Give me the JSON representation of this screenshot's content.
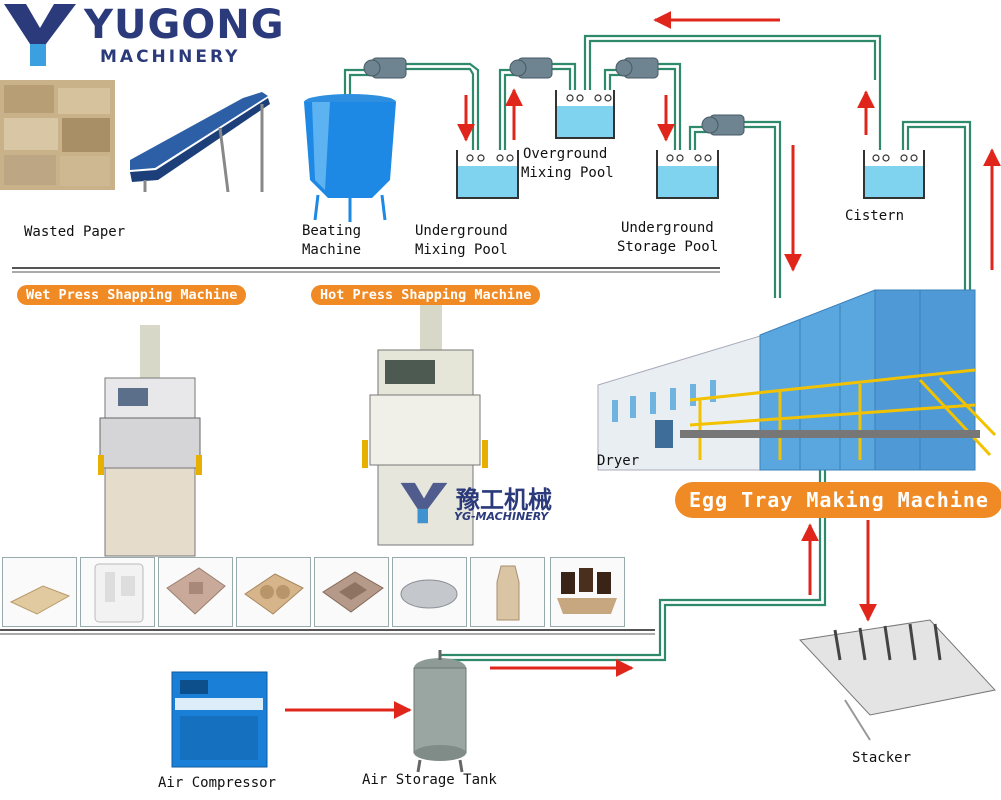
{
  "logo": {
    "name": "YUGONG",
    "sub": "MACHINERY",
    "color": "#2a3a7a"
  },
  "watermark": {
    "cn": "豫工机械",
    "en": "YG-MACHINERY"
  },
  "labels": {
    "wasted_paper": "Wasted Paper",
    "beating_line1": "Beating",
    "beating_line2": "Machine",
    "ugmix_line1": "Underground",
    "ugmix_line2": "Mixing Pool",
    "ogmix_line1": "Overground",
    "ogmix_line2": "Mixing Pool",
    "ugstore_line1": "Underground",
    "ugstore_line2": "Storage Pool",
    "cistern": "Cistern",
    "dryer": "Dryer",
    "stacker": "Stacker",
    "air_compressor": "Air Compressor",
    "air_storage_tank": "Air Storage Tank"
  },
  "tags": {
    "wet_press": "Wet Press Shapping Machine",
    "hot_press": "Hot Press Shapping Machine",
    "egg_tray": "Egg Tray Making Machine"
  },
  "colors": {
    "accent_orange": "#f08a24",
    "arrow_red": "#e0261b",
    "pipe_green": "#2e8a6a",
    "pool_blue": "#7fd3ee",
    "machine_blue": "#5aa7e0"
  },
  "products": [
    "flat-tray-icon",
    "insert-tray-icon",
    "packaging-insert-icon",
    "two-cup-tray-icon",
    "box-insert-icon",
    "rounded-tray-icon",
    "bottle-mold-icon",
    "cup-carrier-icon"
  ]
}
